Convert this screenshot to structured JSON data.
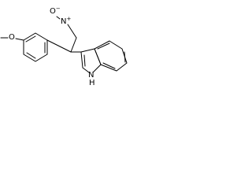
{
  "structure": {
    "nitro_n": "N",
    "nitro_plus": "+",
    "nitro_o": "O",
    "nitro_o_minus": "−",
    "methoxy": "O",
    "indole_nh": "N",
    "indole_h": "H"
  },
  "colors": {
    "bond": "#000000",
    "background": "#ffffff"
  }
}
